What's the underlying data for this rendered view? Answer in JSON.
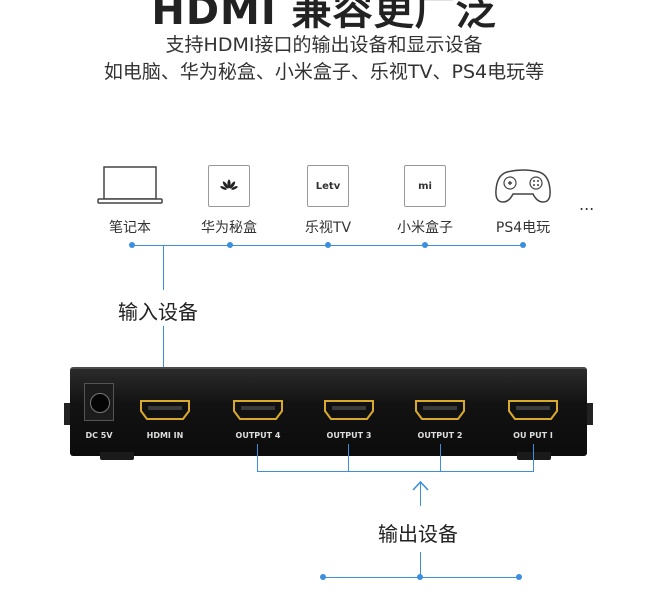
{
  "title": "HDMI 兼容更广泛",
  "subtitle_line1": "支持HDMI接口的输出设备和显示设备",
  "subtitle_line2": "如电脑、华为秘盒、小米盒子、乐视TV、PS4电玩等",
  "devices": [
    {
      "label": "笔记本",
      "icon": "laptop-icon"
    },
    {
      "label": "华为秘盒",
      "icon": "huawei-logo-icon"
    },
    {
      "label": "乐视TV",
      "icon": "letv-logo-icon",
      "logo_text": "Letv"
    },
    {
      "label": "小米盒子",
      "icon": "mi-logo-icon",
      "logo_text": "mi"
    },
    {
      "label": "PS4电玩",
      "icon": "gamepad-icon"
    }
  ],
  "more": "...",
  "input_label": "输入设备",
  "output_label": "输出设备",
  "ports": {
    "dc": "DC 5V",
    "hdmi_in": "HDMI IN",
    "out4": "OUTPUT 4",
    "out3": "OUTPUT 3",
    "out2": "OUTPUT 2",
    "out1": "OU PUT I"
  },
  "colors": {
    "accent": "#3b8fde",
    "port_gold": "#d9a92b",
    "hub_body": "#141414"
  }
}
